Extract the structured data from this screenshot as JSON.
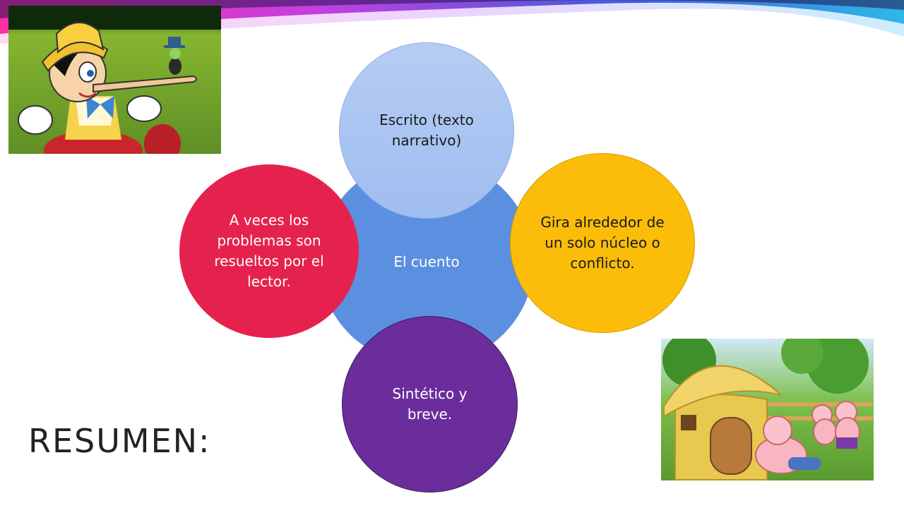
{
  "title": "RESUMEN:",
  "diagram": {
    "center": "El cuento",
    "top": "Escrito (texto narrativo)",
    "right": "Gira alrededor de un solo núcleo o conflicto.",
    "left": "A veces los problemas son resueltos por el lector.",
    "bottom": "Sintético y breve."
  },
  "colors": {
    "center": "#5b8fe0",
    "top": "#a9c4f1",
    "right": "#fbbd09",
    "left": "#e5224e",
    "bottom": "#6b2d9b"
  },
  "images": {
    "top_left": "pinocchio-illustration",
    "bottom_right": "three-little-pigs-illustration"
  }
}
